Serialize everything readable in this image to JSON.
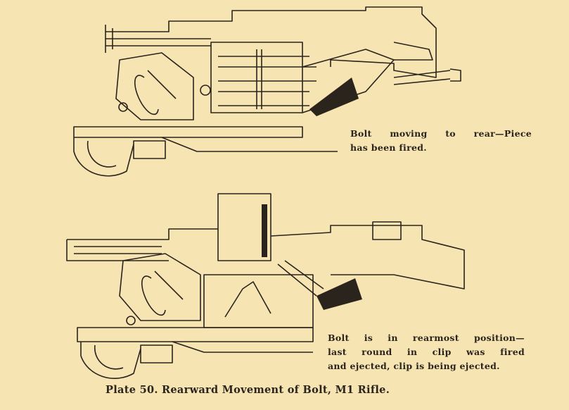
{
  "figures": [
    {
      "caption_lines": [
        "Bolt moving to rear—Piece",
        "has been fired."
      ]
    },
    {
      "caption_lines": [
        "Bolt is in rearmost position—",
        "last round in clip was fired",
        "and ejected, clip is being ejected."
      ]
    }
  ],
  "plate_title": "Plate 50.  Rearward Movement of Bolt, M1 Rifle."
}
